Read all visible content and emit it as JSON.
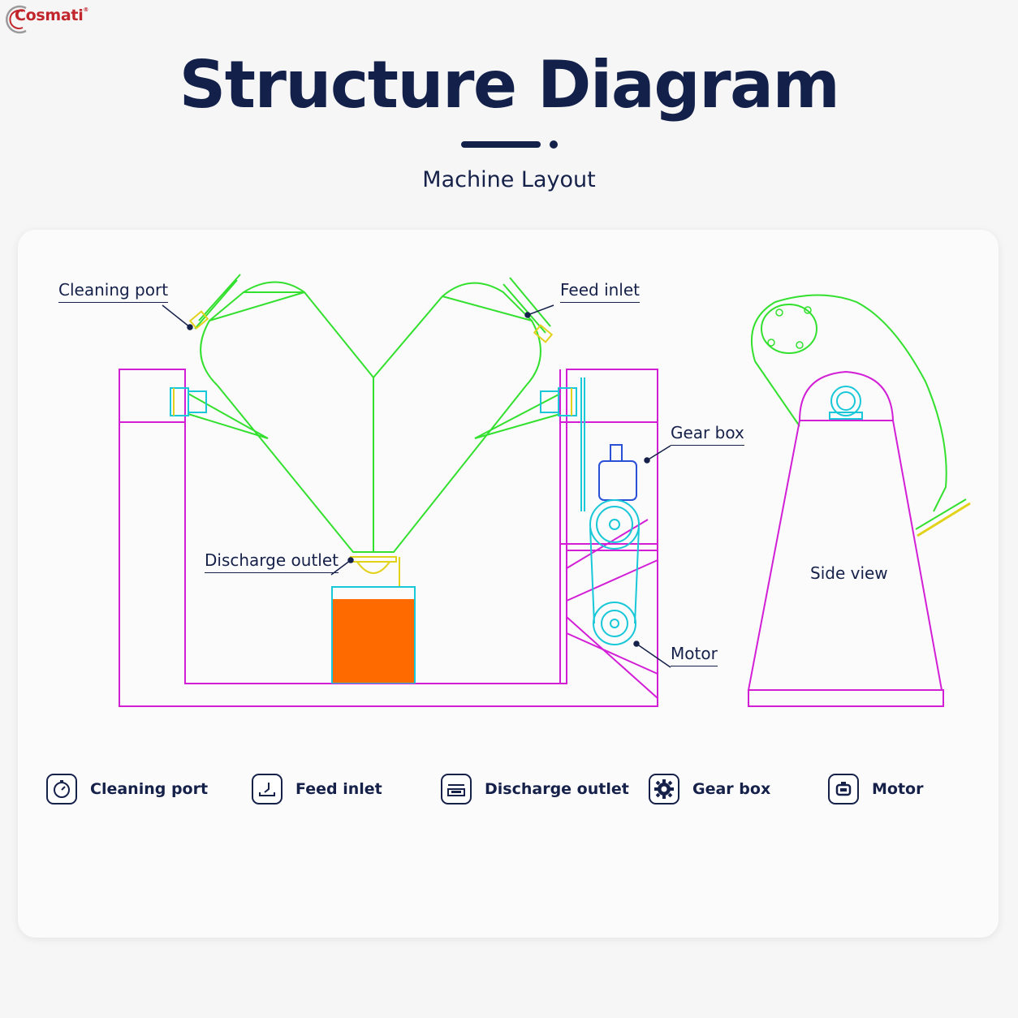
{
  "logo": {
    "text": "Cosmati",
    "mark": "®"
  },
  "header": {
    "title": "Structure Diagram",
    "subtitle": "Machine Layout"
  },
  "diagram": {
    "callouts": {
      "cleaning_port": "Cleaning port",
      "feed_inlet": "Feed inlet",
      "gear_box": "Gear box",
      "discharge_outlet": "Discharge outlet",
      "motor": "Motor",
      "side_view": "Side view"
    }
  },
  "legend": [
    {
      "icon": "timer-icon",
      "label": "Cleaning port"
    },
    {
      "icon": "tray-inlet-icon",
      "label": "Feed inlet"
    },
    {
      "icon": "discharge-icon",
      "label": "Discharge outlet"
    },
    {
      "icon": "gear-icon",
      "label": "Gear box"
    },
    {
      "icon": "motor-icon",
      "label": "Motor"
    }
  ],
  "colors": {
    "title": "#12204a",
    "vessel": "#33e02e",
    "frame": "#d21fd6",
    "drive": "#18c8d8",
    "container": "#ff6a00",
    "brand": "#c0262c"
  }
}
